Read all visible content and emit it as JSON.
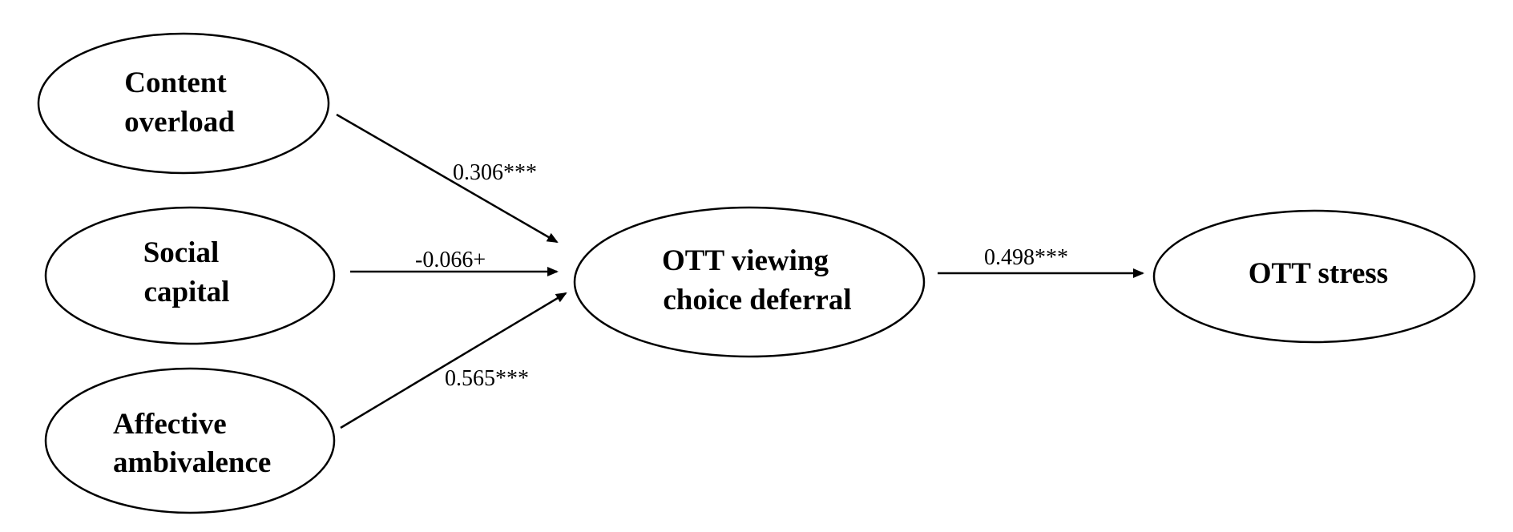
{
  "nodes": {
    "content_overload": {
      "line1": "Content",
      "line2": "overload"
    },
    "social_capital": {
      "line1": "Social",
      "line2": "capital"
    },
    "affective_ambivalence": {
      "line1": "Affective",
      "line2": "ambivalence"
    },
    "choice_deferral": {
      "line1": "OTT viewing",
      "line2": "choice deferral"
    },
    "ott_stress": {
      "line1": "OTT stress"
    }
  },
  "paths": {
    "content_overload_to_deferral": "0.306***",
    "social_capital_to_deferral": "-0.066+",
    "affective_ambivalence_to_deferral": "0.565***",
    "deferral_to_stress": "0.498***"
  },
  "colors": {
    "stroke": "#000000",
    "background": "#ffffff"
  }
}
